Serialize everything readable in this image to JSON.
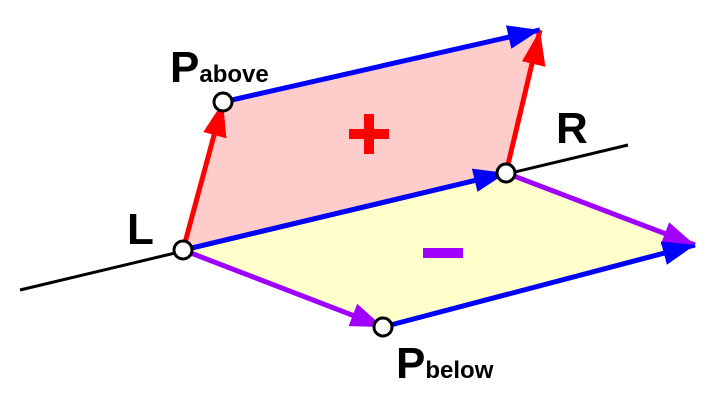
{
  "labels": {
    "left_point": "L",
    "right_point": "R",
    "point_above_main": "P",
    "point_above_sub": "above",
    "point_below_main": "P",
    "point_below_sub": "below"
  },
  "signs": {
    "upper_region": "+",
    "lower_region": "-"
  },
  "colors": {
    "line": "#000000",
    "vector_red": "#ff0000",
    "vector_blue": "#0000ff",
    "vector_purple": "#a000ff",
    "region_above_fill": "#ffcccc",
    "region_below_fill": "#ffffcc",
    "sign_plus": "#ff0000",
    "sign_minus": "#a000ff",
    "point_fill": "#ffffff",
    "point_stroke": "#000000"
  },
  "icons": {
    "point_marker": "hollow-circle",
    "arrow_head": "filled-triangle"
  }
}
